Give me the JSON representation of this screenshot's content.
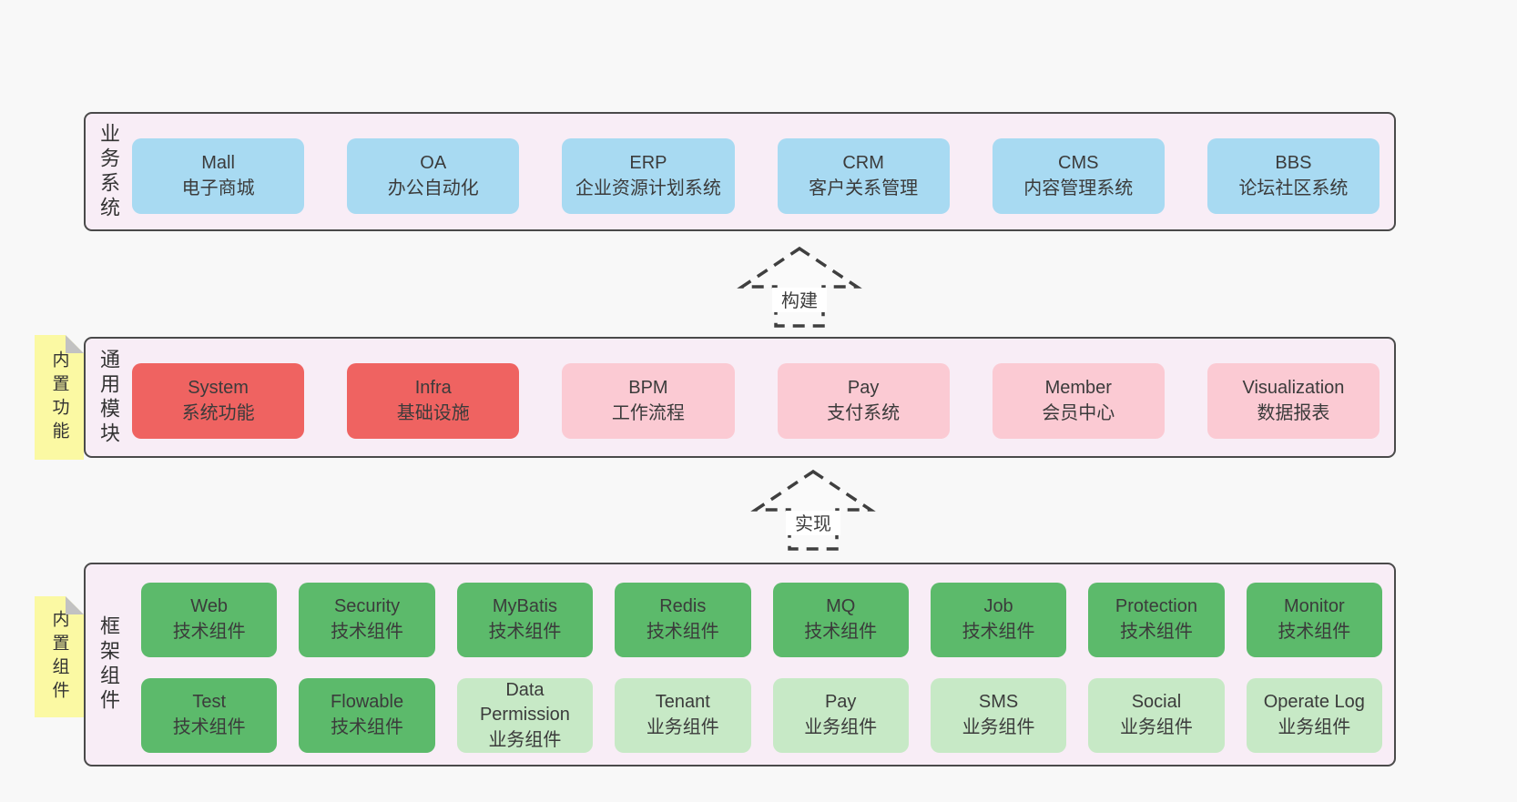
{
  "palette": {
    "page_background": "#f8f8f8",
    "section_background": "#f8edf6",
    "section_border": "#4a4a4a",
    "blue_box": "#a8daf2",
    "red_box": "#ef6361",
    "pink_box": "#fbcad3",
    "green_box": "#5cba6b",
    "light_green_box": "#c7e9c6",
    "sticky_note": "#fbf9a3",
    "note_fold": "#c2c2c2",
    "text": "#3d3d3d"
  },
  "arrows": [
    {
      "label": "构建"
    },
    {
      "label": "实现"
    }
  ],
  "sections": [
    {
      "label": "业务系统",
      "rows": [
        [
          {
            "name": "Mall",
            "desc": "电子商城",
            "variant": "blue"
          },
          {
            "name": "OA",
            "desc": "办公自动化",
            "variant": "blue"
          },
          {
            "name": "ERP",
            "desc": "企业资源计划系统",
            "variant": "blue"
          },
          {
            "name": "CRM",
            "desc": "客户关系管理",
            "variant": "blue"
          },
          {
            "name": "CMS",
            "desc": "内容管理系统",
            "variant": "blue"
          },
          {
            "name": "BBS",
            "desc": "论坛社区系统",
            "variant": "blue"
          }
        ]
      ]
    },
    {
      "label": "通用模块",
      "note": "内置功能",
      "rows": [
        [
          {
            "name": "System",
            "desc": "系统功能",
            "variant": "red"
          },
          {
            "name": "Infra",
            "desc": "基础设施",
            "variant": "red"
          },
          {
            "name": "BPM",
            "desc": "工作流程",
            "variant": "pink"
          },
          {
            "name": "Pay",
            "desc": "支付系统",
            "variant": "pink"
          },
          {
            "name": "Member",
            "desc": "会员中心",
            "variant": "pink"
          },
          {
            "name": "Visualization",
            "desc": "数据报表",
            "variant": "pink"
          }
        ]
      ]
    },
    {
      "label": "框架组件",
      "note": "内置组件",
      "rows": [
        [
          {
            "name": "Web",
            "desc": "技术组件",
            "variant": "green"
          },
          {
            "name": "Security",
            "desc": "技术组件",
            "variant": "green"
          },
          {
            "name": "MyBatis",
            "desc": "技术组件",
            "variant": "green"
          },
          {
            "name": "Redis",
            "desc": "技术组件",
            "variant": "green"
          },
          {
            "name": "MQ",
            "desc": "技术组件",
            "variant": "green"
          },
          {
            "name": "Job",
            "desc": "技术组件",
            "variant": "green"
          },
          {
            "name": "Protection",
            "desc": "技术组件",
            "variant": "green"
          },
          {
            "name": "Monitor",
            "desc": "技术组件",
            "variant": "green"
          }
        ],
        [
          {
            "name": "Test",
            "desc": "技术组件",
            "variant": "green"
          },
          {
            "name": "Flowable",
            "desc": "技术组件",
            "variant": "green"
          },
          {
            "name": "Data Permission",
            "desc": "业务组件",
            "variant": "light-green"
          },
          {
            "name": "Tenant",
            "desc": "业务组件",
            "variant": "light-green"
          },
          {
            "name": "Pay",
            "desc": "业务组件",
            "variant": "light-green"
          },
          {
            "name": "SMS",
            "desc": "业务组件",
            "variant": "light-green"
          },
          {
            "name": "Social",
            "desc": "业务组件",
            "variant": "light-green"
          },
          {
            "name": "Operate Log",
            "desc": "业务组件",
            "variant": "light-green"
          }
        ]
      ]
    }
  ]
}
